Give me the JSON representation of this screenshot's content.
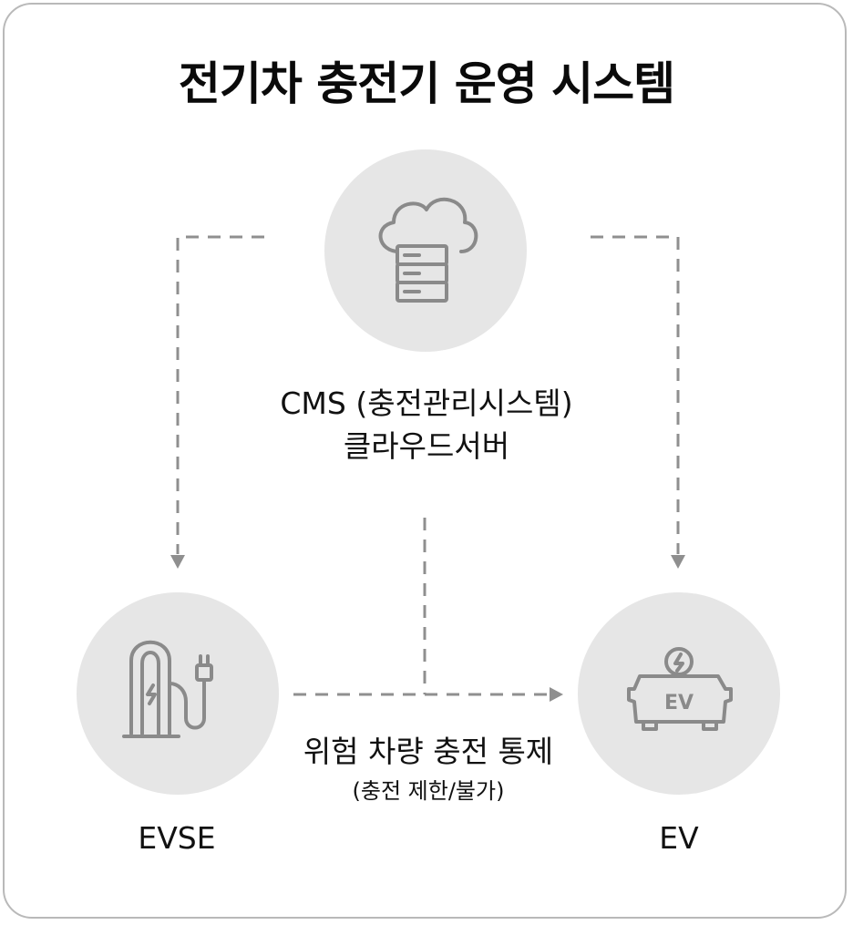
{
  "title": "전기차 충전기 운영 시스템",
  "nodes": {
    "cms": {
      "line1": "CMS (충전관리시스템)",
      "line2": "클라우드서버",
      "icon": "cloud-server-icon"
    },
    "evse": {
      "label": "EVSE",
      "icon": "charging-station-icon"
    },
    "ev": {
      "label": "EV",
      "icon": "electric-car-icon",
      "badge": "EV"
    }
  },
  "control": {
    "line1": "위험 차량 충전 통제",
    "line2": "(충전 제한/불가)"
  },
  "colors": {
    "circle": "#e6e6e6",
    "icon": "#8a8a8a",
    "line": "#8f8f8f",
    "border": "#b9b9b9"
  }
}
